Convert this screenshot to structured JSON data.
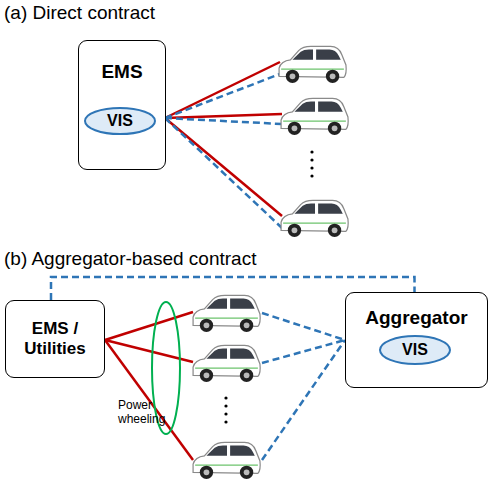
{
  "diagram": {
    "nodes": [
      {
        "text": [
          "EMS"
        ]
      },
      {
        "text": [
          "VIS"
        ],
        "in": 0
      },
      {
        "text": [
          "EMS / Utilities"
        ]
      },
      {
        "text": [
          "Aggregator"
        ]
      },
      {
        "text": [
          "VIS"
        ],
        "in": 3
      }
    ],
    "edges": [
      {
        "from": 2,
        "to": 3,
        "arrow": "none"
      }
    ],
    "labels": [
      "(a) Direct contract",
      "(b) Aggregator-based contract",
      "Power wheeling"
    ]
  }
}
